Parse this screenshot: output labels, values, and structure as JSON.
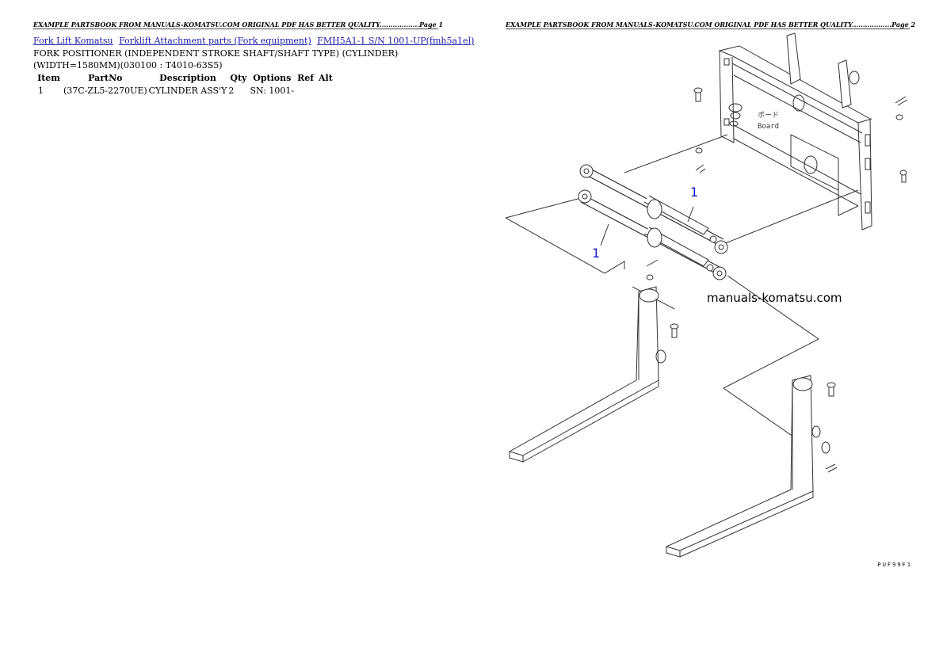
{
  "header": {
    "left": "EXAMPLE PARTSBOOK FROM MANUALS-KOMATSU.COM ORIGINAL PDF HAS BETTER QUALITY..................Page 1",
    "right": "EXAMPLE PARTSBOOK FROM MANUALS-KOMATSU.COM ORIGINAL PDF HAS BETTER QUALITY..................Page 2"
  },
  "breadcrumb": [
    "Fork Lift Komatsu",
    "Forklift Attachment parts (Fork equipment)",
    "FMH5A1-1 S/N 1001-UP(fmh5a1el)"
  ],
  "title": {
    "line1": "FORK POSITIONER (INDEPENDENT STROKE SHAFT/SHAFT TYPE) (CYLINDER)",
    "line2": "(WIDTH=1580MM)(030100 : T4010-63S5)"
  },
  "table": {
    "headers": [
      "Item",
      "PartNo",
      "Description",
      "Qty",
      "Options",
      "Ref",
      "Alt"
    ],
    "rows": [
      {
        "item": "1",
        "partno": "(37C-ZL5-2270UE)",
        "description": "CYLINDER ASS'Y",
        "qty": "2",
        "options": "SN: 1001-",
        "ref": "",
        "alt": ""
      }
    ]
  },
  "diagram": {
    "callouts": [
      "1",
      "1"
    ],
    "watermark": "manuals-komatsu.com",
    "board_label": [
      "ボード",
      "Board"
    ],
    "reference_code": "PUF99F1",
    "line_color": "#333333",
    "callout_color": "#1414c8"
  }
}
